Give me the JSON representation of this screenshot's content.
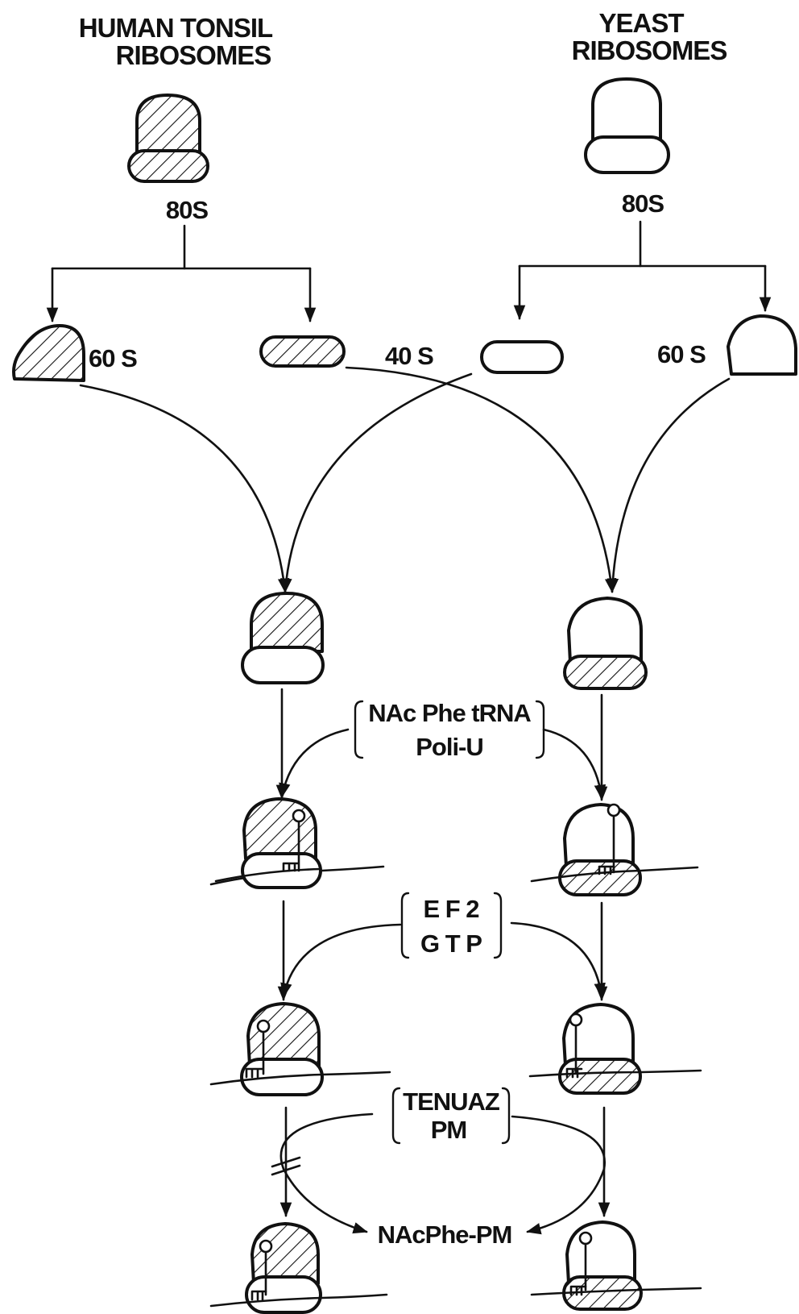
{
  "sources": {
    "human": {
      "title_line1": "HUMAN TONSIL",
      "title_line2": "RIBOSOMES",
      "size_label": "80S"
    },
    "yeast": {
      "title_line1": "YEAST",
      "title_line2": "RIBOSOMES",
      "size_label": "80S"
    }
  },
  "subunits": {
    "human_large": "60 S",
    "shared_small": "40 S",
    "yeast_large": "60 S"
  },
  "steps": {
    "binding": {
      "line1": "NAc Phe tRNA",
      "line2": "Poli-U"
    },
    "translocation": {
      "line1": "E F 2",
      "line2": "G T P"
    },
    "inhibition": {
      "line1": "TENUAZ",
      "line2": "PM"
    }
  },
  "product": "NAcPhe-PM",
  "colors": {
    "ink": "#111111",
    "background": "#ffffff"
  }
}
